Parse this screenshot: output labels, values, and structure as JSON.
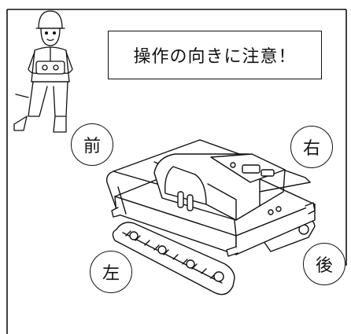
{
  "caution": {
    "text": "操作の向きに注意！"
  },
  "directions": {
    "front": "前",
    "right": "右",
    "left": "左",
    "back": "後"
  },
  "illustration": {
    "operator": "operator-figure",
    "machine": "tracked-mower"
  }
}
